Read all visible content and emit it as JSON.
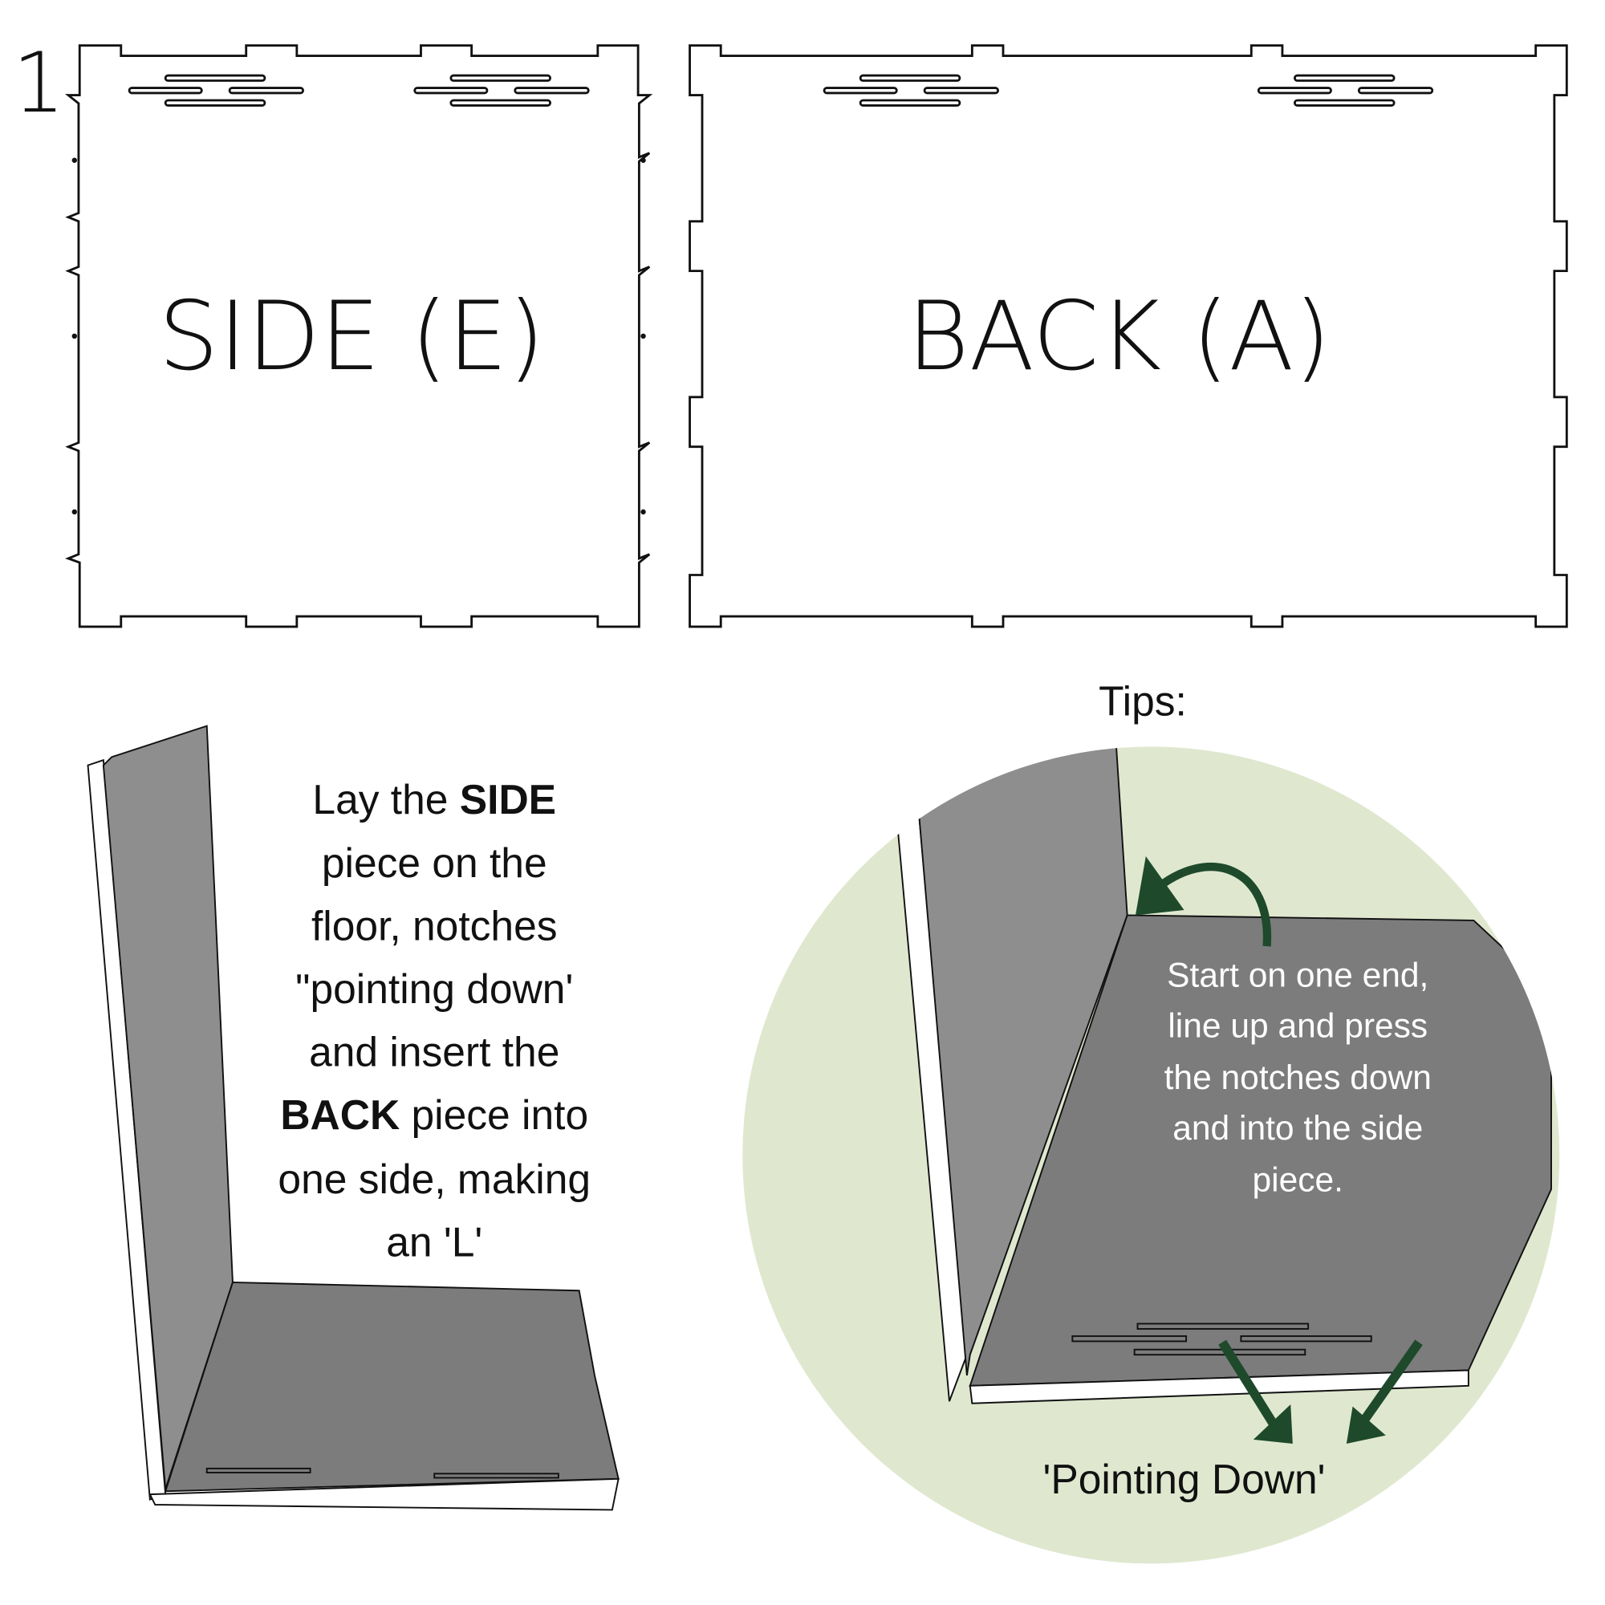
{
  "step_number": "1",
  "pieces": {
    "side_label": "SIDE (E)",
    "back_label": "BACK (A)"
  },
  "instructions": {
    "lines": [
      [
        {
          "t": "Lay the ",
          "b": false
        },
        {
          "t": "SIDE",
          "b": true
        }
      ],
      [
        {
          "t": "piece on the",
          "b": false
        }
      ],
      [
        {
          "t": "floor, notches",
          "b": false
        }
      ],
      [
        {
          "t": "\"pointing down'",
          "b": false
        }
      ],
      [
        {
          "t": "and insert the",
          "b": false
        }
      ],
      [
        {
          "t": "BACK",
          "b": true
        },
        {
          "t": " piece into",
          "b": false
        }
      ],
      [
        {
          "t": "one side, making",
          "b": false
        }
      ],
      [
        {
          "t": "an 'L'",
          "b": false
        }
      ]
    ]
  },
  "tips": {
    "title": "Tips:",
    "lines": [
      "Start on one end,",
      "line up and press",
      "the notches down",
      "and into the side",
      "piece."
    ],
    "pointing_label": "'Pointing Down'"
  },
  "colors": {
    "circle": "#dfe8cf",
    "arrow": "#1e4a2b",
    "panel_light": "#8e8e8e",
    "panel_dark": "#7c7c7c"
  }
}
